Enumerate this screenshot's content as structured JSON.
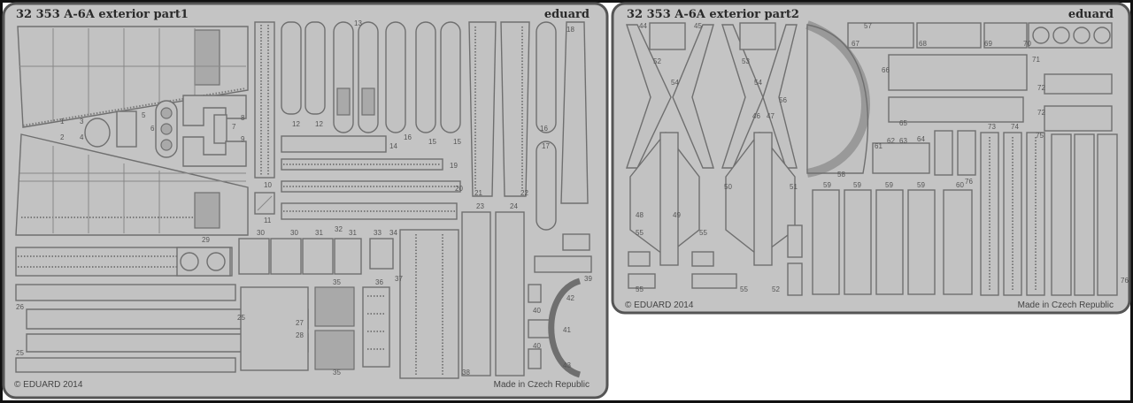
{
  "fret_left": {
    "title": "32 353  A-6A exterior   part1",
    "brand": "eduard",
    "copyright": "© EDUARD 2014",
    "origin": "Made in Czech Republic",
    "part_numbers": [
      "1",
      "2",
      "3",
      "4",
      "5",
      "6",
      "7",
      "8",
      "9",
      "10",
      "11",
      "12",
      "12",
      "13",
      "14",
      "15",
      "15",
      "16",
      "16",
      "17",
      "18",
      "19",
      "20",
      "21",
      "22",
      "23",
      "24",
      "25",
      "25",
      "26",
      "27",
      "28",
      "29",
      "30",
      "30",
      "31",
      "31",
      "32",
      "33",
      "34",
      "35",
      "35",
      "36",
      "37",
      "38",
      "39",
      "40",
      "40",
      "41",
      "42",
      "43"
    ]
  },
  "fret_right": {
    "title": "32 353  A-6A exterior   part2",
    "brand": "eduard",
    "copyright": "© EDUARD 2014",
    "origin": "Made in Czech Republic",
    "part_numbers": [
      "44",
      "45",
      "46",
      "47",
      "48",
      "49",
      "50",
      "51",
      "52",
      "52",
      "53",
      "54",
      "54",
      "55",
      "55",
      "55",
      "55",
      "56",
      "57",
      "58",
      "59",
      "59",
      "59",
      "59",
      "60",
      "61",
      "62",
      "63",
      "64",
      "65",
      "66",
      "67",
      "68",
      "69",
      "70",
      "71",
      "72",
      "72",
      "73",
      "74",
      "75",
      "76",
      "76"
    ]
  },
  "colors": {
    "metal": "#c2c2c2",
    "etch_line": "#6f6f6f",
    "border": "#1a1a1a"
  }
}
